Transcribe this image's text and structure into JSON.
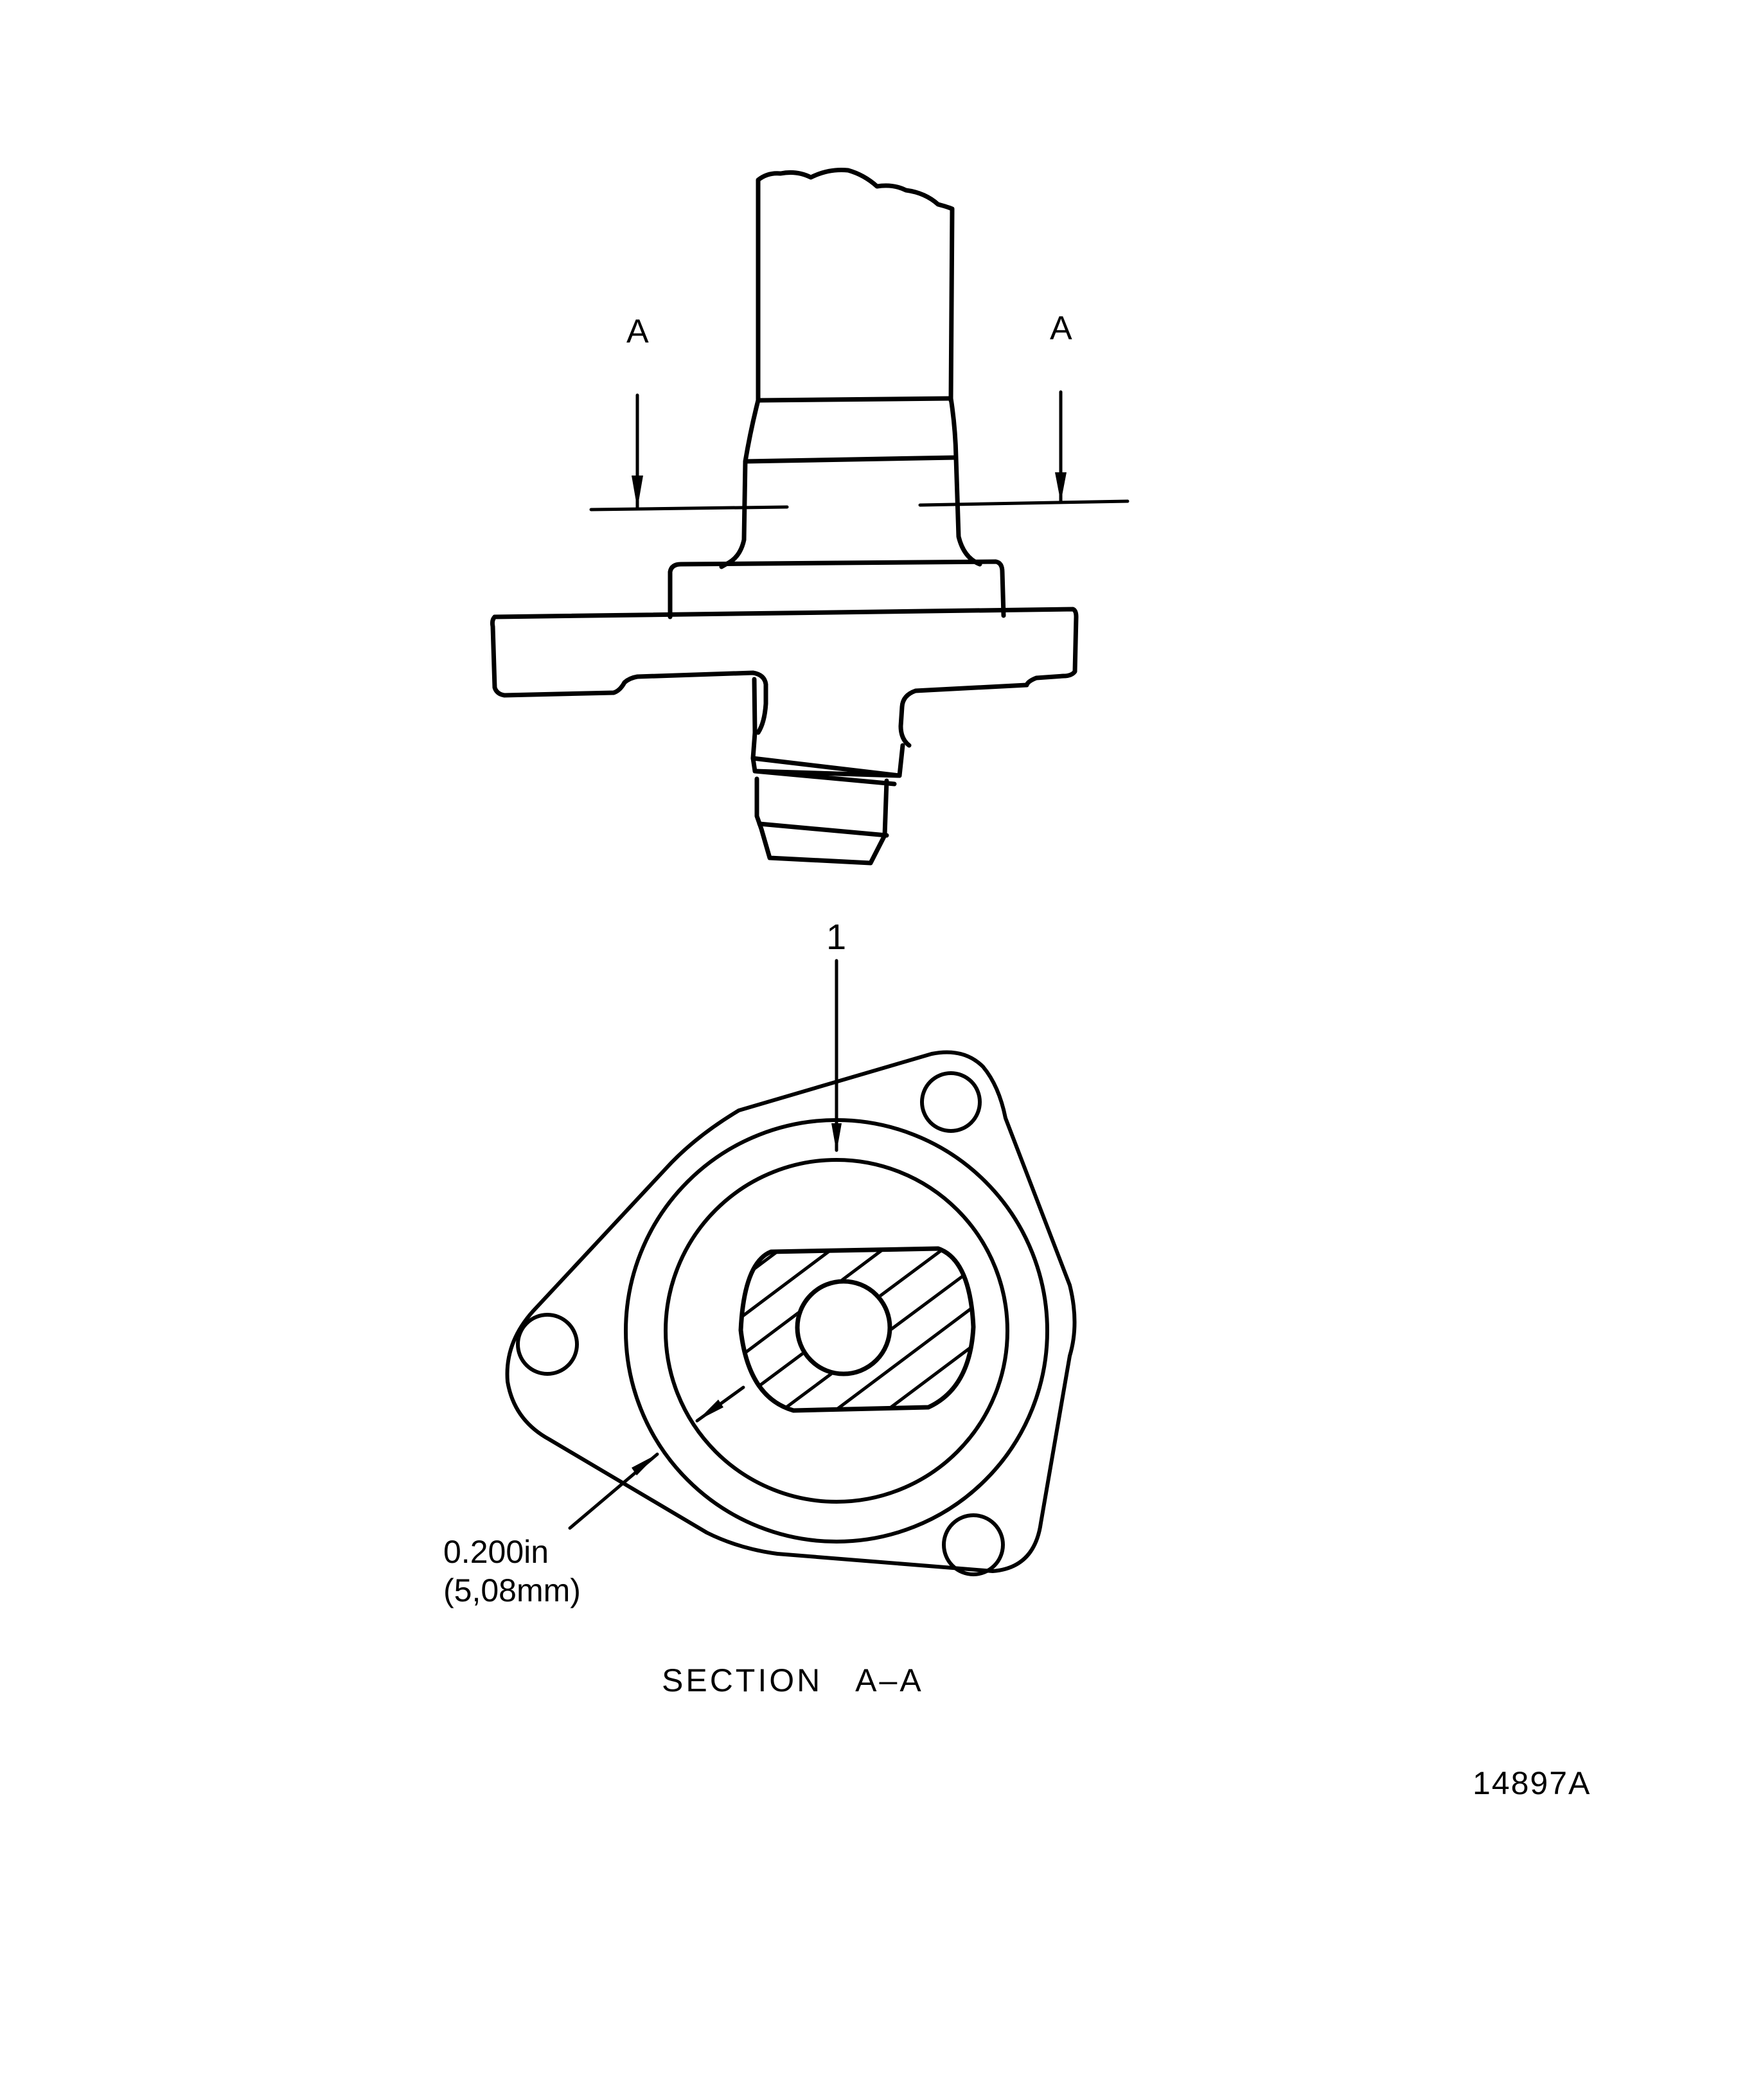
{
  "figure": {
    "id": "14897A",
    "ink_color": "#000000",
    "background_color": "#ffffff"
  },
  "side_view": {
    "section_markers": [
      {
        "label": "A",
        "side": "left"
      },
      {
        "label": "A",
        "side": "right"
      }
    ]
  },
  "section_view": {
    "callout": "1",
    "dimension": {
      "imperial": "0.200in",
      "metric": "(5,08mm)"
    },
    "title": "SECTION   A–A"
  }
}
